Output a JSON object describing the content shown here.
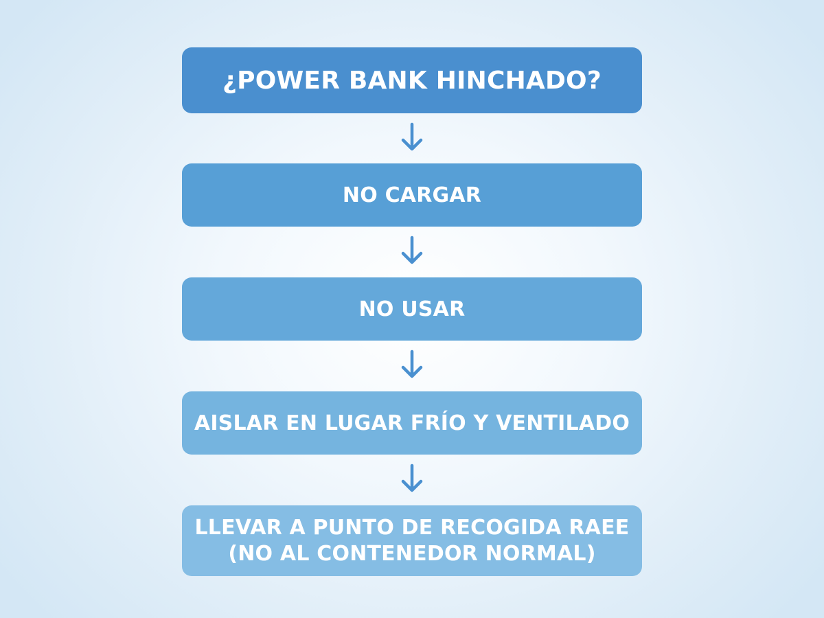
{
  "flowchart": {
    "steps": [
      {
        "lines": [
          "¿POWER BANK HINCHADO?"
        ]
      },
      {
        "lines": [
          "NO CARGAR"
        ]
      },
      {
        "lines": [
          "NO USAR"
        ]
      },
      {
        "lines": [
          "AISLAR EN LUGAR FRÍO Y VENTILADO"
        ]
      },
      {
        "lines": [
          "LLEVAR A PUNTO DE RECOGIDA RAEE",
          "(NO AL CONTENEDOR NORMAL)"
        ]
      }
    ],
    "arrow_icon": "arrow-down-icon"
  },
  "colors": {
    "step_1": "#4a8fcf",
    "step_2": "#579fd6",
    "step_3": "#64a8da",
    "step_4": "#75b4df",
    "step_5": "#85bde4",
    "arrow": "#4a90d0",
    "text": "#ffffff"
  }
}
